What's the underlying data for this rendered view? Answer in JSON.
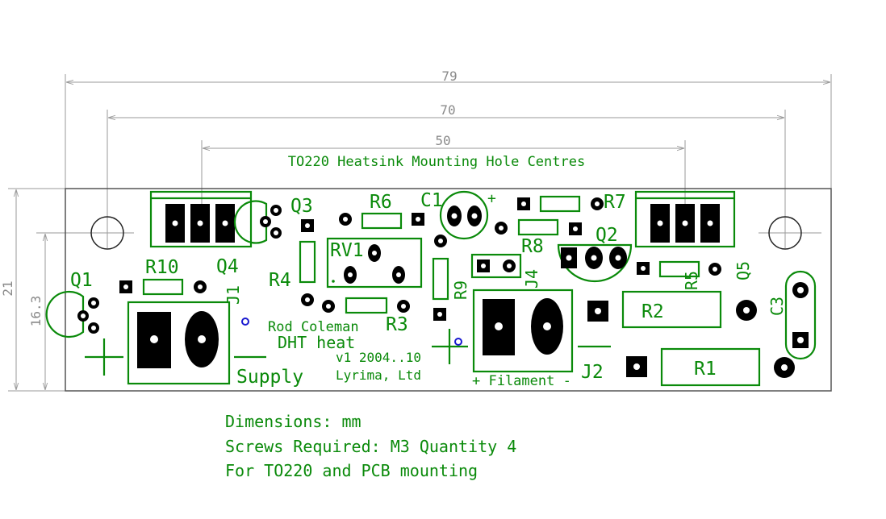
{
  "dimensions": {
    "width_79": "79",
    "width_70": "70",
    "width_50": "50",
    "height_21": "21",
    "height_16_3": "16.3",
    "heatsink_caption": "TO220 Heatsink Mounting Hole Centres"
  },
  "components": {
    "Q1": "Q1",
    "Q2": "Q2",
    "Q3": "Q3",
    "Q4": "Q4",
    "Q5": "Q5",
    "R1": "R1",
    "R2": "R2",
    "R3": "R3",
    "R4": "R4",
    "R5": "R5",
    "R6": "R6",
    "R7": "R7",
    "R8": "R8",
    "R9": "R9",
    "R10": "R10",
    "RV1": "RV1",
    "C1": "C1",
    "C3": "C3",
    "J1": "J1",
    "J2": "J2",
    "J4": "J4",
    "c1_plus": "+"
  },
  "board_text": {
    "author": "Rod Coleman",
    "title": "DHT heat",
    "version": "v1 2004..10",
    "company": "Lyrima, Ltd",
    "supply_label": "Supply",
    "filament_label": "+ Filament -"
  },
  "notes": [
    "Dimensions: mm",
    "Screws Required: M3 Quantity 4",
    "For TO220 and PCB mounting"
  ],
  "colors": {
    "silkscreen": "#0a8a0a",
    "dimension": "#9a9a9a",
    "pad": "#000000",
    "via": "#1a1ad0"
  }
}
